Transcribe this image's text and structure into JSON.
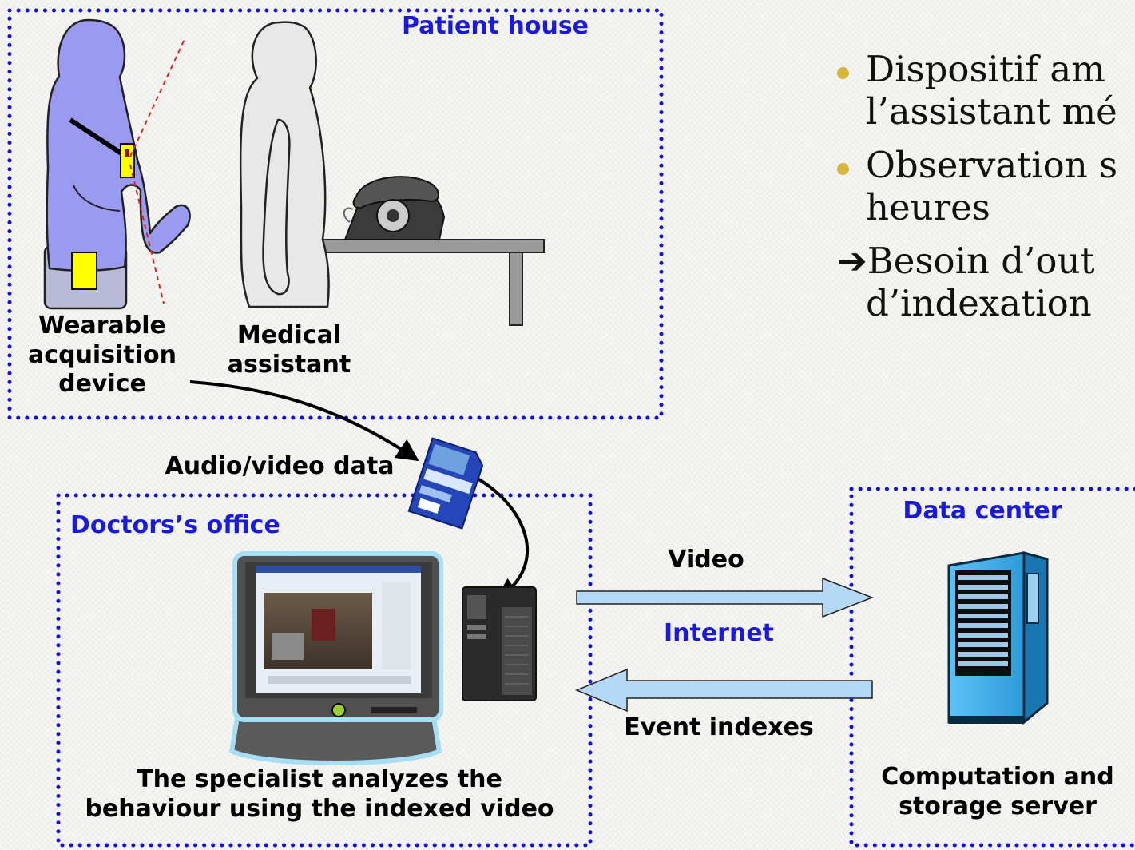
{
  "zones": {
    "patient_house": "Patient house",
    "doctors_office": "Doctors’s office",
    "data_center": "Data center"
  },
  "labels": {
    "wearable": "Wearable\nacquisition\ndevice",
    "medical_assistant": "Medical\nassistant",
    "audio_video": "Audio/video data",
    "video": "Video",
    "internet": "Internet",
    "event_indexes": "Event indexes",
    "specialist": "The specialist analyzes the\nbehaviour using the indexed video",
    "server": "Computation and\nstorage server"
  },
  "bullets": [
    "Dispositif am",
    "l’assistant mé",
    "Observation s",
    "heures",
    "Besoin d’out",
    "d’indexation"
  ],
  "colors": {
    "zone_border": "#1010e0",
    "patient_fill": "#9a9af0",
    "device_yellow": "#ffff00",
    "arrow_fill": "#b5d8f5",
    "server_blue": "#2aa3e4",
    "bullet_dot": "#d6b53a"
  },
  "icons": {
    "sd_card": "sd-card-icon",
    "monitor": "monitor-icon",
    "pc_tower": "pc-tower-icon",
    "server": "server-icon",
    "telephone": "telephone-icon"
  }
}
